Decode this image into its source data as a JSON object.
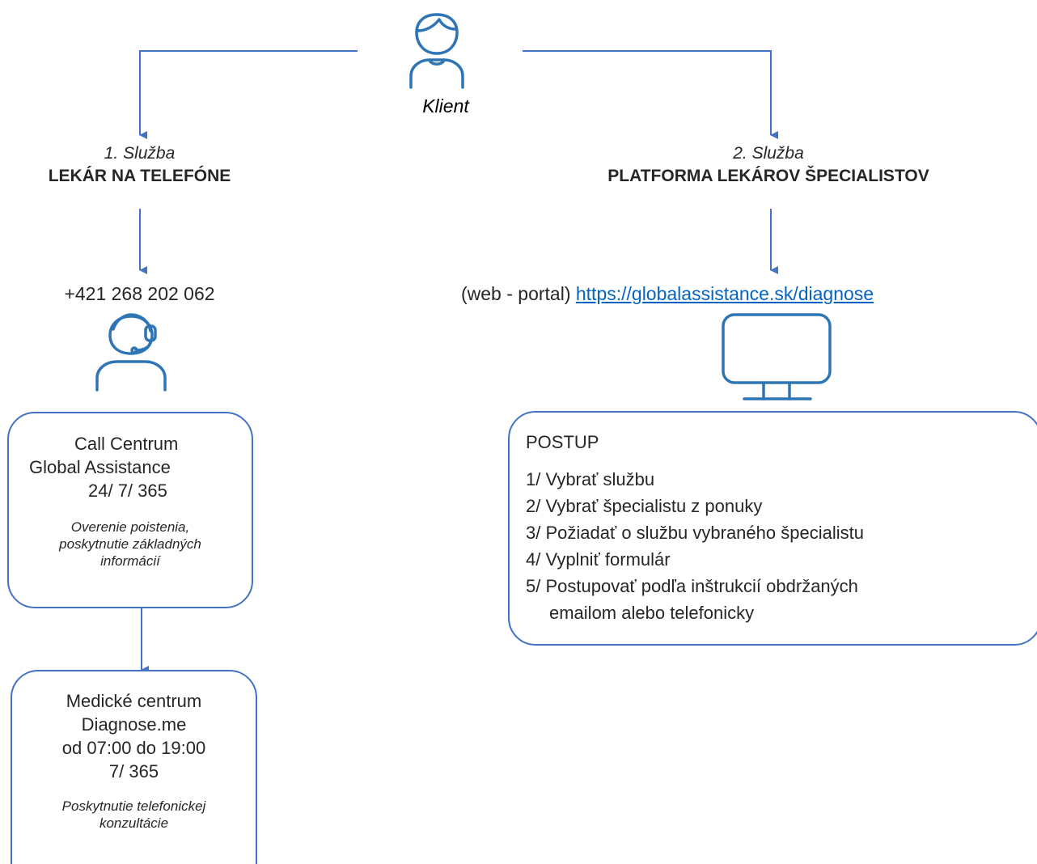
{
  "client": {
    "label": "Klient"
  },
  "service1": {
    "number": "1. Služba",
    "name": "LEKÁR NA TELEFÓNE",
    "phone": "+421 268 202 062",
    "call_center": {
      "lines": [
        "Call Centrum",
        "Global Assistance",
        "24/ 7/ 365"
      ],
      "note_lines": [
        "Overenie poistenia,",
        "poskytnutie základných",
        "informácií"
      ]
    },
    "medical_center": {
      "lines": [
        "Medické centrum",
        "Diagnose.me",
        "od 07:00 do 19:00",
        "7/ 365"
      ],
      "note_lines": [
        "Poskytnutie telefonickej",
        "konzultácie"
      ]
    }
  },
  "service2": {
    "number": "2. Služba",
    "name": "PLATFORMA LEKÁROV ŠPECIALISTOV",
    "web_prefix": "(web - portal)",
    "web_link": "https://globalassistance.sk/diagnose",
    "procedure": {
      "title": "POSTUP",
      "steps": [
        "1/ Vybrať službu",
        "2/ Vybrať špecialistu z ponuky",
        "3/ Požiadať o službu vybraného špecialistu",
        "4/ Vyplniť formulár",
        "5/ Postupovať podľa inštrukcií obdržaných"
      ],
      "step5_continuation": "emailom alebo telefonicky"
    }
  },
  "colors": {
    "accent": "#4472c4",
    "icon": "#2e75b6",
    "link": "#0563c1",
    "text": "#262626"
  },
  "icons": [
    "person-icon",
    "headset-agent-icon",
    "monitor-icon"
  ]
}
